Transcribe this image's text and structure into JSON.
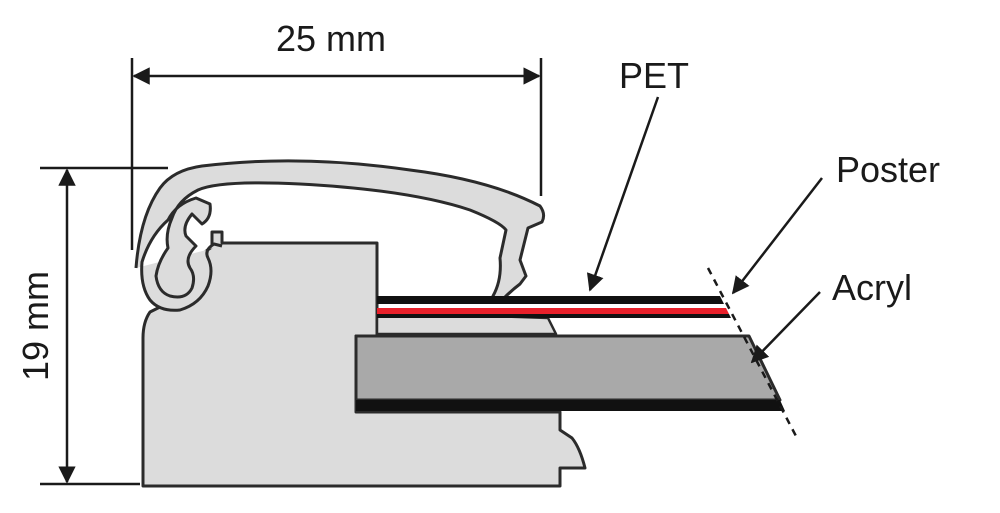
{
  "dimensions": {
    "width_label": "25 mm",
    "height_label": "19 mm"
  },
  "callouts": {
    "pet": "PET",
    "poster": "Poster",
    "acryl": "Acryl"
  },
  "colors": {
    "frame_fill": "#dcdcdc",
    "outline": "#2b2b2b",
    "acryl_fill": "#a9a9a9",
    "poster_red": "#e8202a",
    "pet_black": "#111111"
  }
}
